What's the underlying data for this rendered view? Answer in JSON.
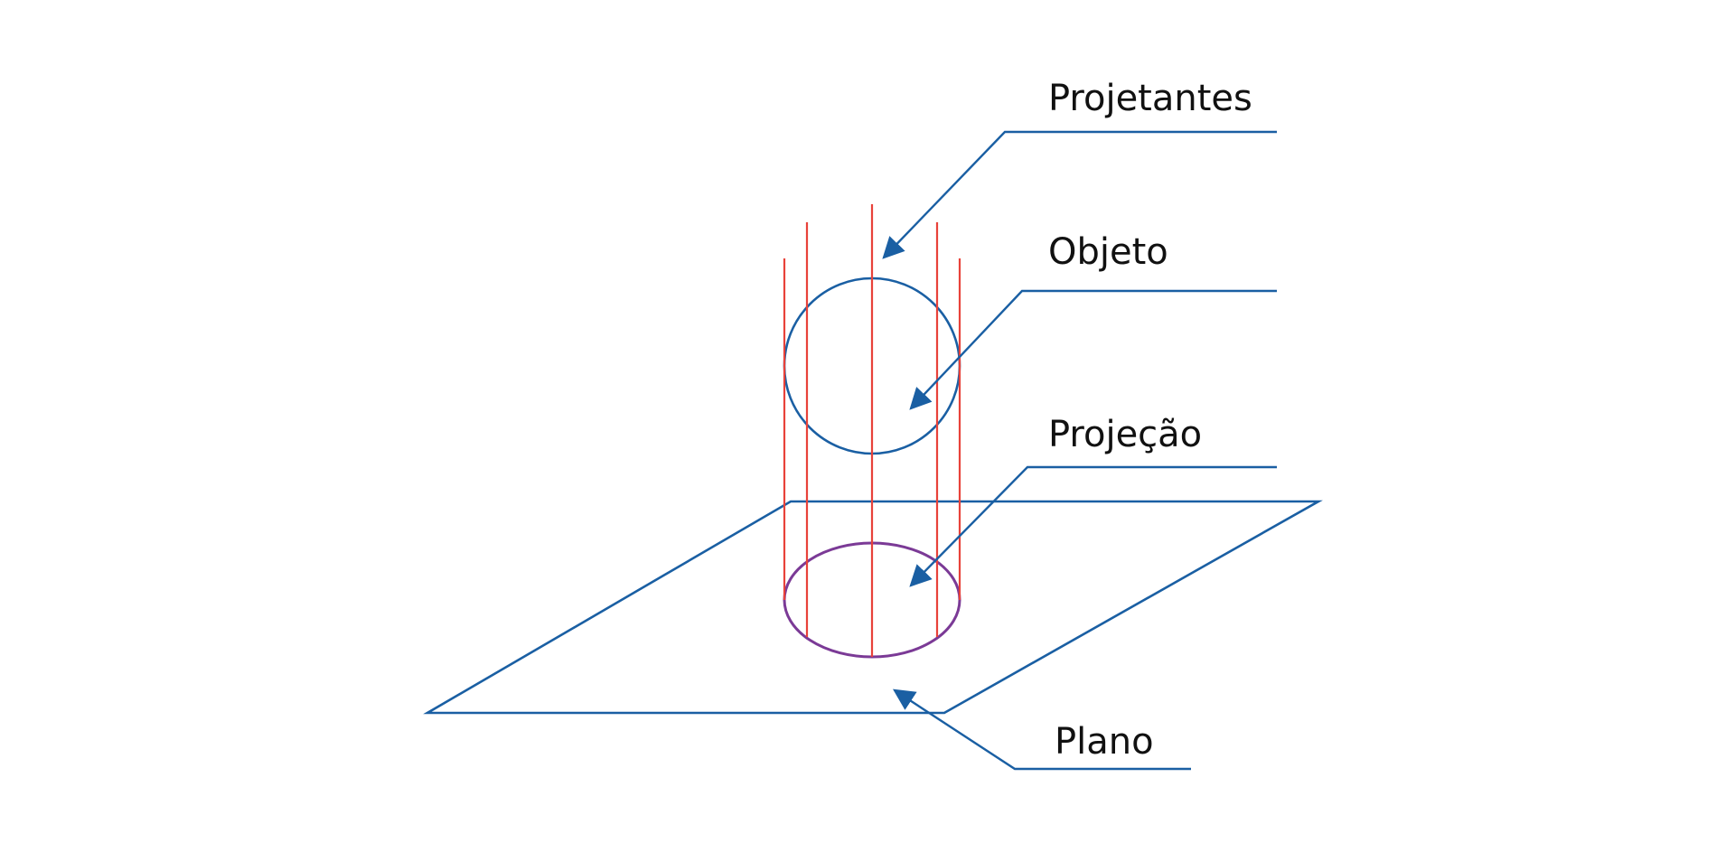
{
  "colors": {
    "blue": "#1a5fa3",
    "red": "#e8423a",
    "purple": "#7b3a96",
    "text": "#111111"
  },
  "labels": {
    "projetantes": "Projetantes",
    "objeto": "Objeto",
    "projecao": "Projeção",
    "plano": "Plano"
  }
}
